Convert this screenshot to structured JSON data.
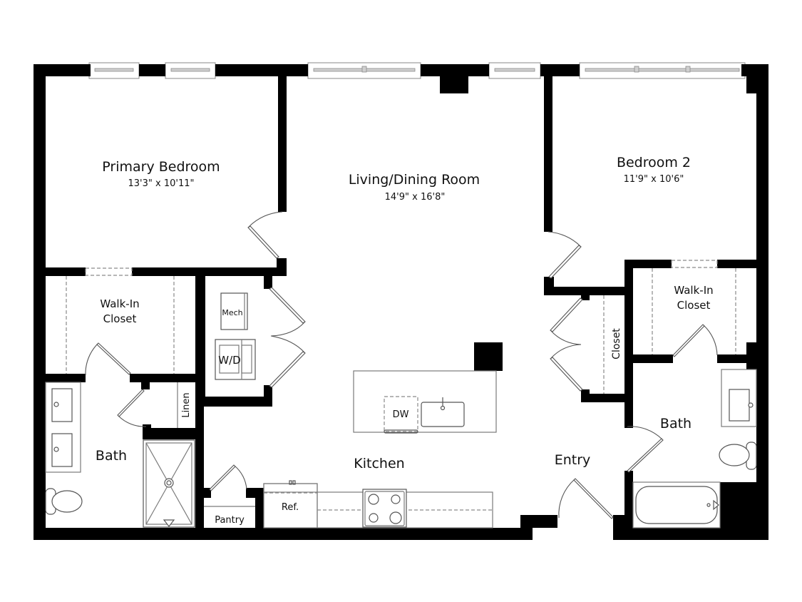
{
  "floorplan": {
    "rooms": {
      "primary_bedroom": {
        "name": "Primary Bedroom",
        "dims": "13'3\" x 10'11\""
      },
      "living_dining": {
        "name": "Living/Dining Room",
        "dims": "14'9\" x 16'8\""
      },
      "bedroom2": {
        "name": "Bedroom 2",
        "dims": "11'9\" x 10'6\""
      },
      "walkin_left": {
        "line1": "Walk-In",
        "line2": "Closet"
      },
      "walkin_right": {
        "line1": "Walk-In",
        "line2": "Closet"
      },
      "bath_left": {
        "name": "Bath"
      },
      "bath_right": {
        "name": "Bath"
      },
      "kitchen": {
        "name": "Kitchen"
      },
      "entry": {
        "name": "Entry"
      },
      "closet": {
        "name": "Closet"
      },
      "linen": {
        "name": "Linen"
      },
      "pantry": {
        "name": "Pantry"
      }
    },
    "fixtures": {
      "mech": "Mech",
      "washer_dryer": "W/D",
      "dishwasher": "DW",
      "refrigerator": "Ref."
    },
    "colors": {
      "wall": "#000000",
      "line": "#7a7a7a",
      "background": "#ffffff"
    }
  }
}
